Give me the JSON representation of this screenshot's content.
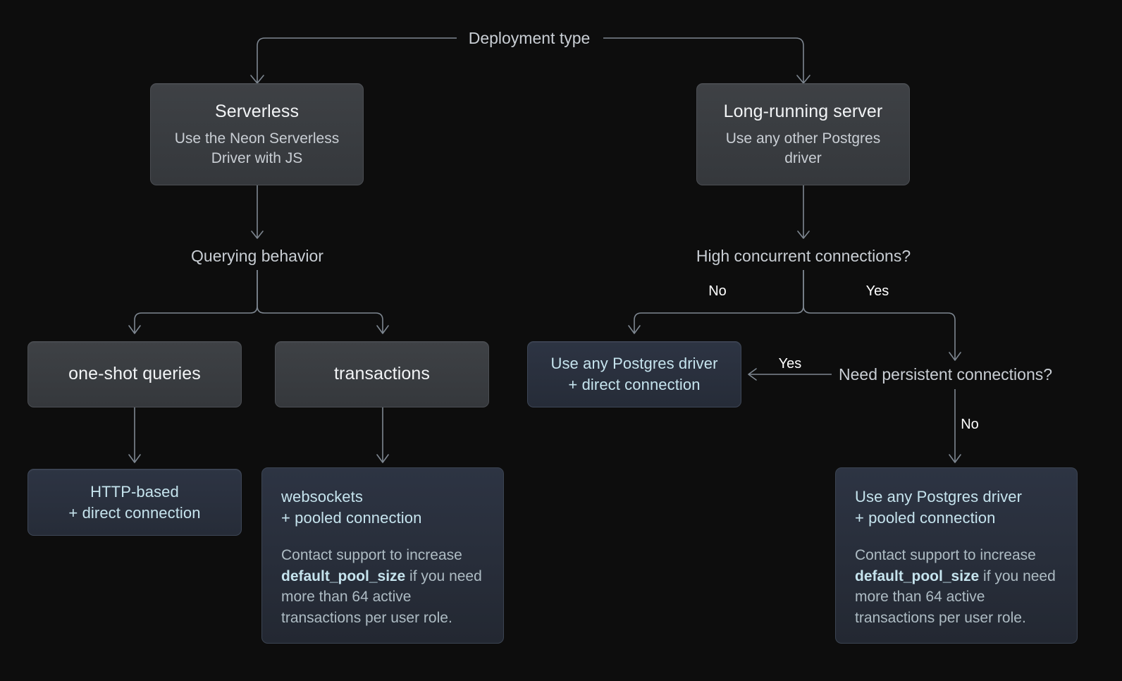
{
  "diagram": {
    "root_label": "Deployment type",
    "nodes": {
      "serverless": {
        "title": "Serverless",
        "subtitle": "Use the Neon Serverless Driver with JS"
      },
      "long_running": {
        "title": "Long-running server",
        "subtitle": "Use any other Postgres driver"
      },
      "querying_behavior": {
        "label": "Querying behavior"
      },
      "high_concurrent": {
        "label": "High concurrent connections?"
      },
      "one_shot": {
        "title": "one-shot queries"
      },
      "transactions": {
        "title": "transactions"
      },
      "direct_driver": {
        "line1": "Use any Postgres driver",
        "line2": "+ direct connection"
      },
      "need_persistent": {
        "label": "Need persistent connections?"
      },
      "http_based": {
        "line1": "HTTP-based",
        "line2": "+ direct connection"
      },
      "websockets": {
        "line1": "websockets",
        "line2": "+ pooled connection",
        "body_prefix": "Contact support to increase ",
        "body_code": "default_pool_size",
        "body_suffix": " if you need more than 64 active transactions per user role."
      },
      "pooled_driver": {
        "line1": "Use any Postgres driver",
        "line2": "+ pooled connection",
        "body_prefix": "Contact support to increase ",
        "body_code": "default_pool_size",
        "body_suffix": " if you need more than 64 active transactions per user role."
      }
    },
    "edge_labels": {
      "concurrent_no": "No",
      "concurrent_yes": "Yes",
      "persistent_yes": "Yes",
      "persistent_no": "No"
    },
    "colors": {
      "background": "#0d0d0d",
      "box_gray": "#3a3d41",
      "box_blue": "#2a3040",
      "wire": "#7e8791",
      "text_primary": "#f2f4f6",
      "text_secondary": "#c9ced4",
      "text_cyan": "#c6e4ee",
      "text_body": "#aebcc4"
    }
  }
}
